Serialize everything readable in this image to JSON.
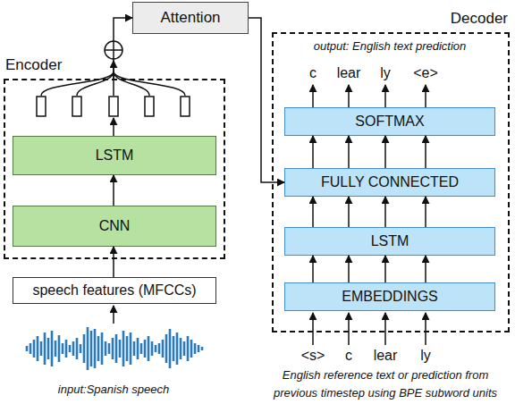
{
  "diagram": {
    "nodes": [
      {
        "text": [
          "Attention"
        ]
      },
      {
        "text": [
          "Encoder"
        ]
      },
      {
        "text": [
          "LSTM"
        ],
        "in": 1
      },
      {
        "text": [
          "CNN"
        ],
        "in": 1
      },
      {
        "text": [
          "speech features (MFCCs)"
        ]
      },
      {
        "text": [
          "Decoder"
        ]
      },
      {
        "text": [
          "SOFTMAX"
        ],
        "in": 5
      },
      {
        "text": [
          "FULLY CONNECTED"
        ],
        "in": 5
      },
      {
        "text": [
          "LSTM"
        ],
        "in": 5
      },
      {
        "text": [
          "EMBEDDINGS"
        ],
        "in": 5
      }
    ],
    "edges": [
      {
        "from": 4,
        "to": 3,
        "arrow": "to"
      },
      {
        "from": 3,
        "to": 2,
        "arrow": "to"
      },
      {
        "from": 1,
        "to": 0,
        "arrow": "to"
      },
      {
        "from": 0,
        "to": 7,
        "arrow": "to"
      },
      {
        "from": 9,
        "to": 8,
        "arrow": "to"
      },
      {
        "from": 8,
        "to": 7,
        "arrow": "to"
      },
      {
        "from": 7,
        "to": 6,
        "arrow": "to"
      }
    ],
    "labels": [
      "output: English text prediction",
      "c",
      "lear",
      "ly",
      "<e>",
      "<s>",
      "c",
      "lear",
      "ly",
      "English reference text or prediction from previous timestep using BPE subword units",
      "input:Spanish speech"
    ]
  }
}
